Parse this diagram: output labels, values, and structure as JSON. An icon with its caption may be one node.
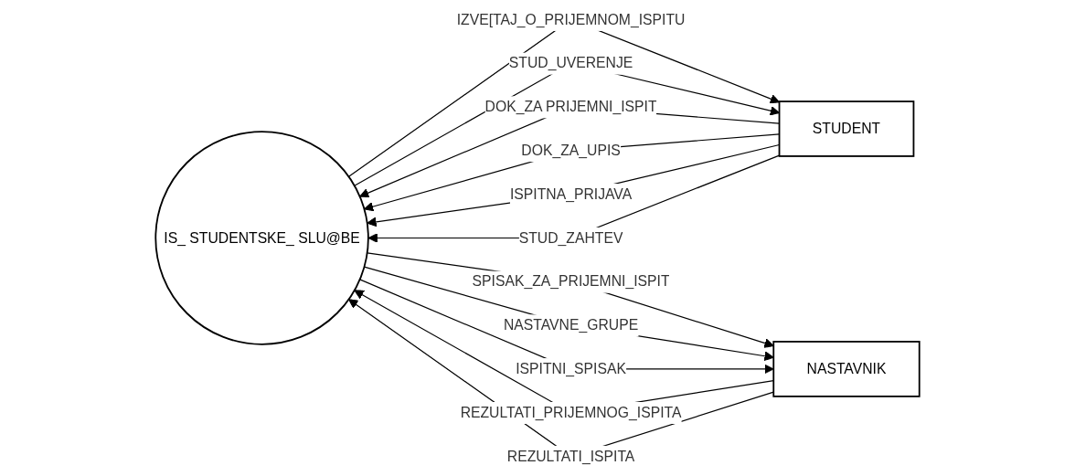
{
  "diagram": {
    "nodes": [
      {
        "text": [
          "IS_ STUDENTSKE_ SLU@BE"
        ]
      },
      {
        "text": [
          "STUDENT"
        ]
      },
      {
        "text": [
          "NASTAVNIK"
        ]
      }
    ],
    "edges": [
      {
        "from": 1,
        "to": 0,
        "arrow": "to",
        "label": "DOK_ZA PRIJEMNI_ISPIT"
      },
      {
        "from": 0,
        "to": 1,
        "arrow": "to",
        "label": "IZVE[TAJ_O_PRIJEMNOM_ISPITU"
      },
      {
        "from": 1,
        "to": 0,
        "arrow": "to",
        "label": "DOK_ZA_UPIS"
      },
      {
        "from": 1,
        "to": 0,
        "arrow": "to",
        "label": "ISPITNA_PRIJAVA"
      },
      {
        "from": 1,
        "to": 0,
        "arrow": "to",
        "label": "STUD_ZAHTEV"
      },
      {
        "from": 0,
        "to": 1,
        "arrow": "to",
        "label": "STUD_UVERENJE"
      },
      {
        "from": 0,
        "to": 2,
        "arrow": "to",
        "label": "SPISAK_ZA_PRIJEMNI_ISPIT"
      },
      {
        "from": 2,
        "to": 0,
        "arrow": "to",
        "label": "REZULTATI_PRIJEMNOG_ISPITA"
      },
      {
        "from": 0,
        "to": 2,
        "arrow": "to",
        "label": "NASTAVNE_GRUPE"
      },
      {
        "from": 0,
        "to": 2,
        "arrow": "to",
        "label": "ISPITNI_SPISAK"
      },
      {
        "from": 2,
        "to": 0,
        "arrow": "to",
        "label": "REZULTATI_ISPITA"
      }
    ]
  }
}
